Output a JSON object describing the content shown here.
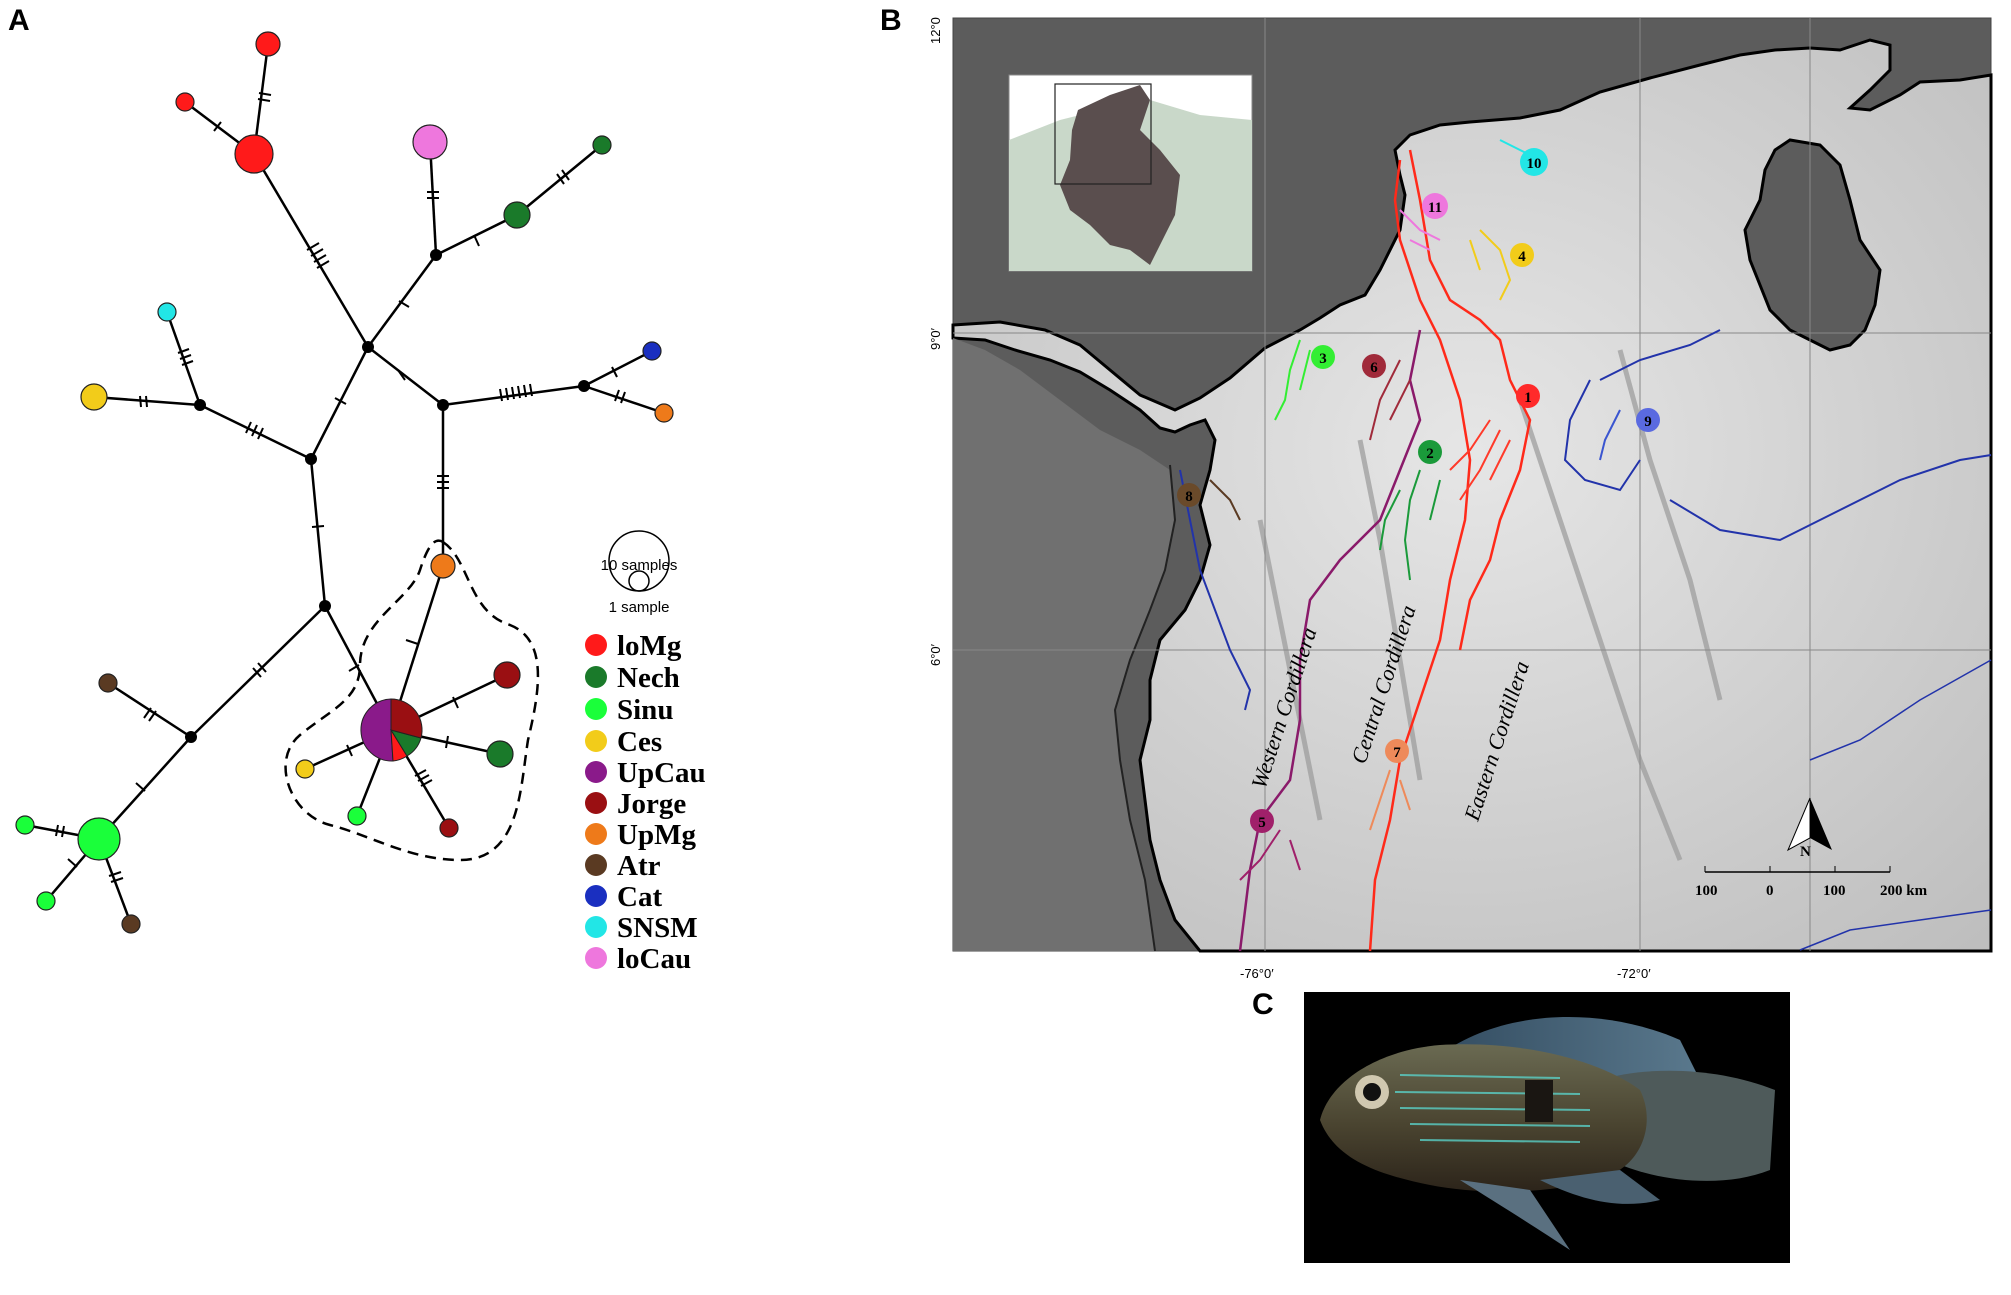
{
  "panels": {
    "a": "A",
    "b": "B",
    "c": "C"
  },
  "size_legend": {
    "large": "10 samples",
    "small": "1 sample"
  },
  "legend": [
    {
      "code": "loMg",
      "color": "#ff1a1a"
    },
    {
      "code": "Nech",
      "color": "#1a7a2a"
    },
    {
      "code": "Sinu",
      "color": "#1aff3a"
    },
    {
      "code": "Ces",
      "color": "#f2cc1a"
    },
    {
      "code": "UpCau",
      "color": "#8a1a8a"
    },
    {
      "code": "Jorge",
      "color": "#9a0f12"
    },
    {
      "code": "UpMg",
      "color": "#ee7a1a"
    },
    {
      "code": "Atr",
      "color": "#5a3a22"
    },
    {
      "code": "Cat",
      "color": "#1a2fc0"
    },
    {
      "code": "SNSM",
      "color": "#22e6e6"
    },
    {
      "code": "loCau",
      "color": "#ee77dd"
    }
  ],
  "map": {
    "lat_labels": [
      "12°0",
      "9°0′",
      "6°0′"
    ],
    "lon_labels": [
      "-76°0′",
      "-72°0′"
    ],
    "cordilleras": [
      "Western Cordillera",
      "Central Cordillera",
      "Eastern Cordillera"
    ],
    "scale_bar": [
      "100",
      "0",
      "100",
      "200 km"
    ],
    "north": "N",
    "sites": [
      "1",
      "2",
      "3",
      "4",
      "5",
      "6",
      "7",
      "8",
      "9",
      "10",
      "11"
    ]
  }
}
